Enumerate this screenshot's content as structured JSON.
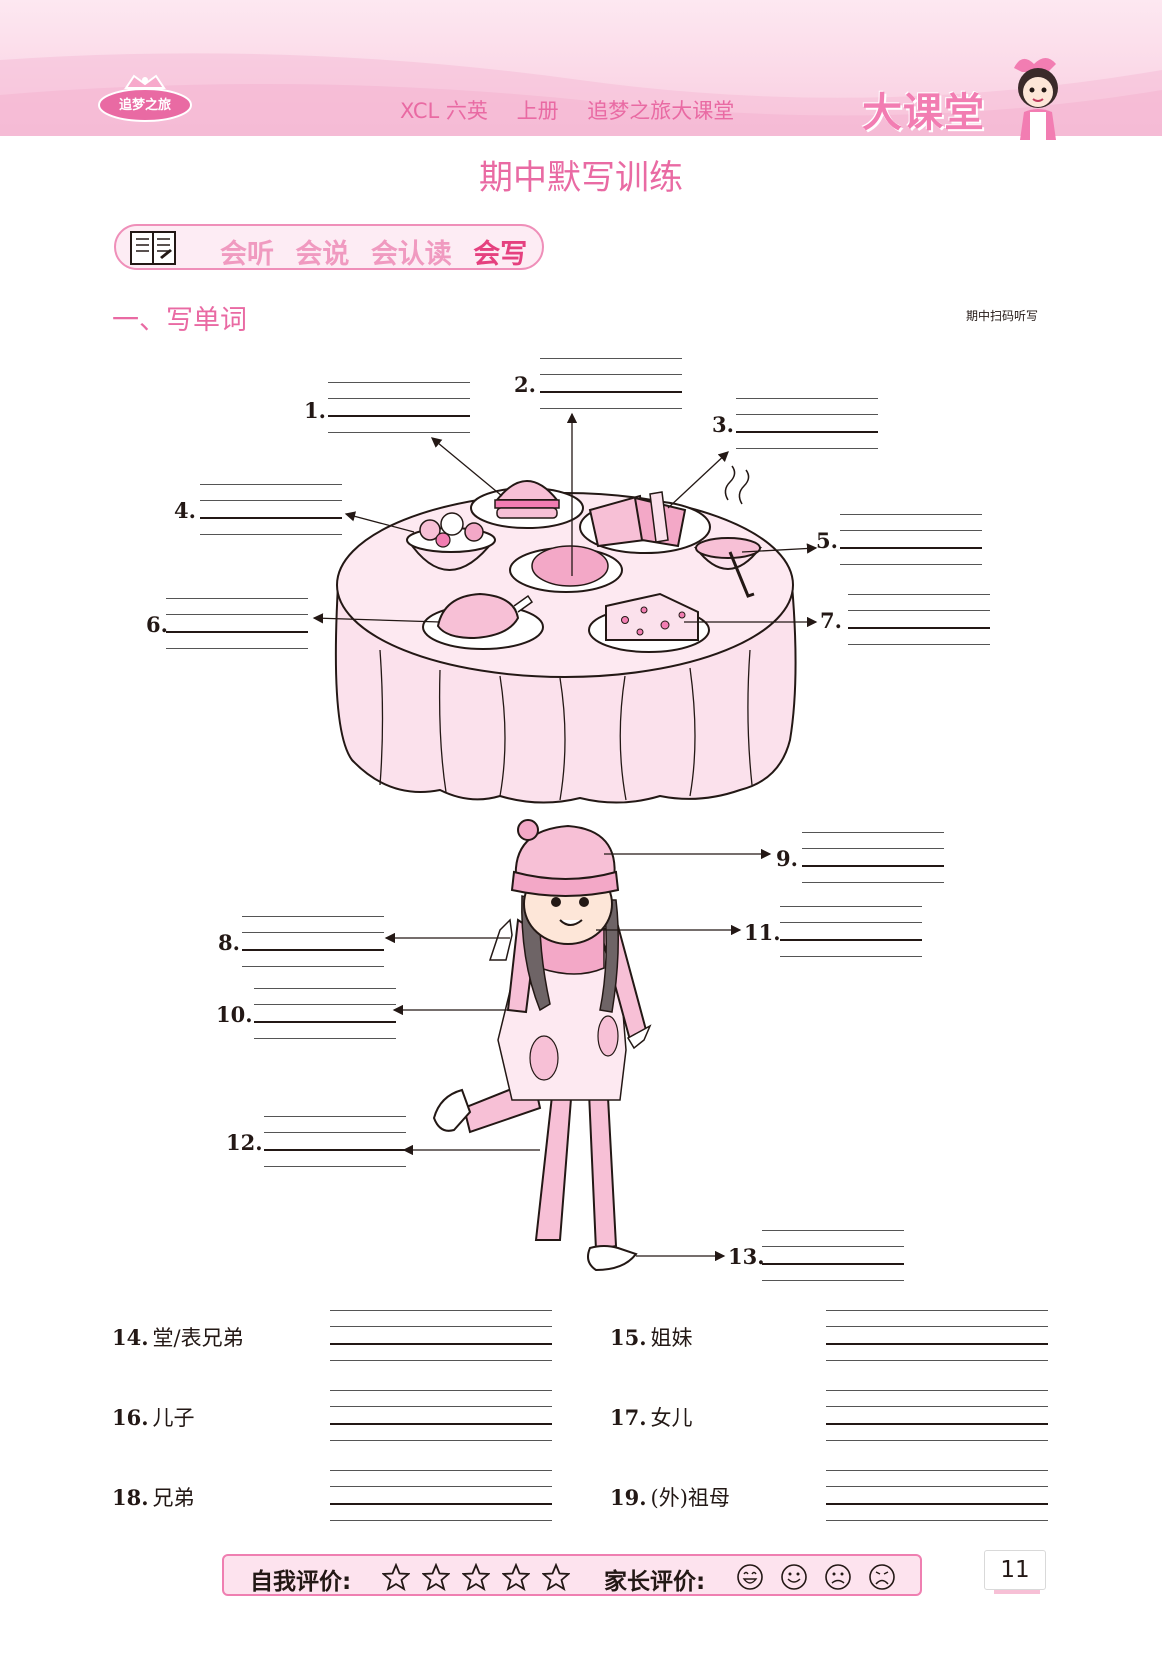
{
  "header": {
    "logo_text": "追梦之旅",
    "course": "XCL 六英",
    "volume": "上册",
    "series": "追梦之旅大课堂",
    "brand": "大课堂"
  },
  "page_title": "期中默写训练",
  "skills": [
    "会听",
    "会说",
    "会认读",
    "会写"
  ],
  "section_title": "一、写单词",
  "scan_note": "期中扫码听写",
  "picture_items": [
    "1.",
    "2.",
    "3.",
    "4.",
    "5.",
    "6.",
    "7.",
    "8.",
    "9.",
    "10.",
    "11.",
    "12.",
    "13."
  ],
  "word_questions": [
    {
      "num": "14.",
      "text": "堂/表兄弟"
    },
    {
      "num": "15.",
      "text": "姐妹"
    },
    {
      "num": "16.",
      "text": "儿子"
    },
    {
      "num": "17.",
      "text": "女儿"
    },
    {
      "num": "18.",
      "text": "兄弟"
    },
    {
      "num": "19.",
      "text": "(外)祖母"
    }
  ],
  "footer": {
    "self_eval_label": "自我评价:",
    "stars": 5,
    "parent_eval_label": "家长评价:",
    "faces": [
      "laugh-face-icon",
      "smile-face-icon",
      "sad-face-icon",
      "cry-face-icon"
    ],
    "page_number": "11"
  },
  "colors": {
    "accent_pink": "#e96aa3",
    "banner_pink": "#f9cde0",
    "active_skill": "#e5417f"
  }
}
